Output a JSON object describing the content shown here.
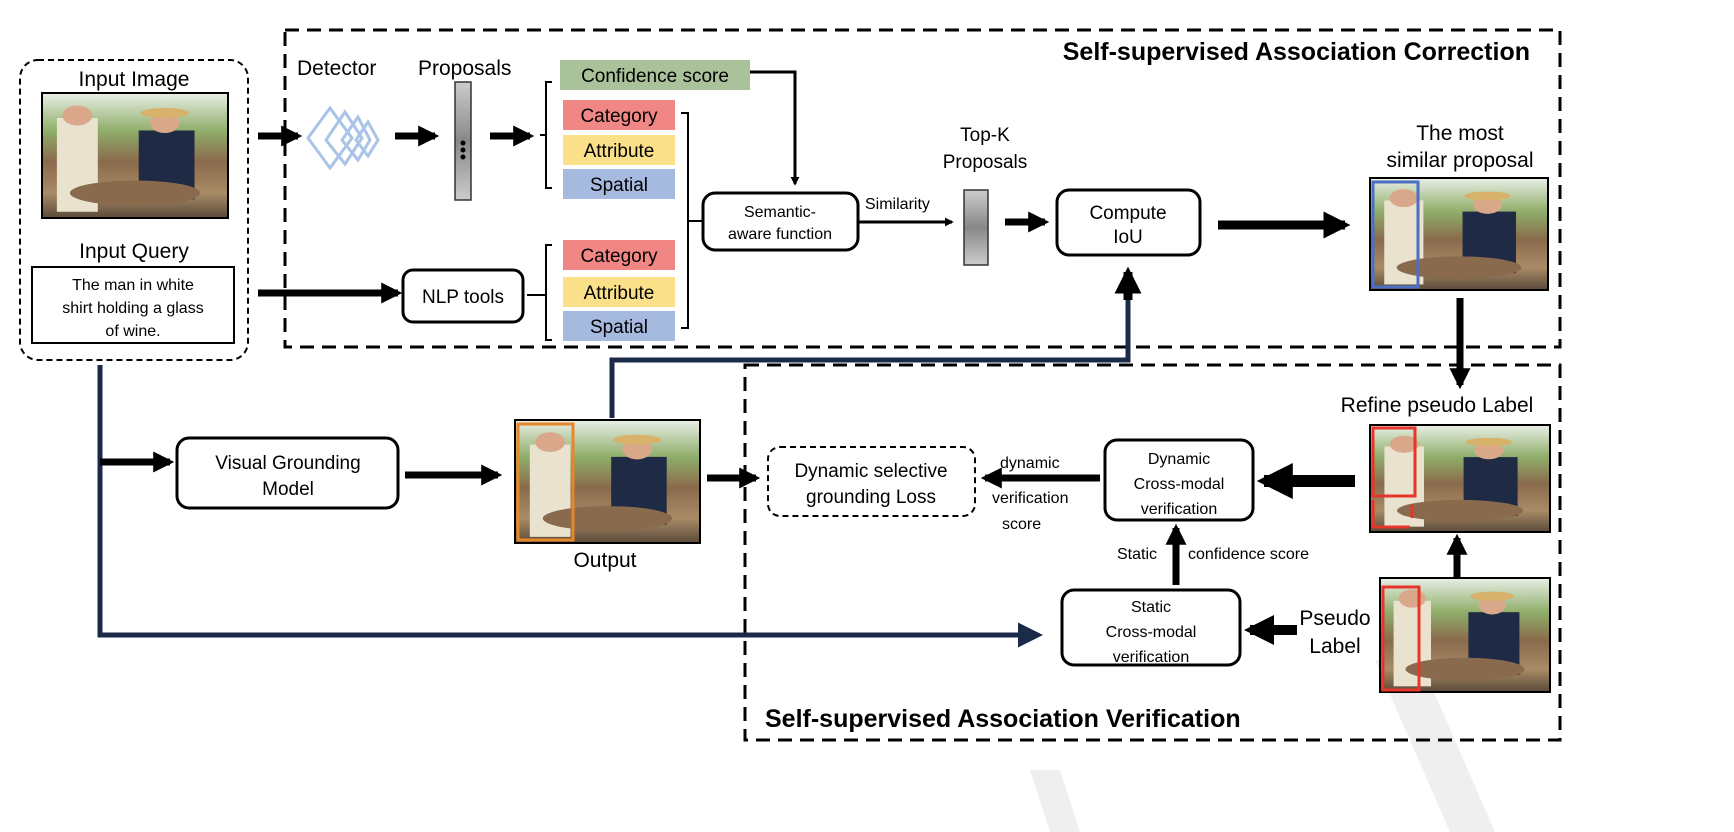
{
  "input": {
    "image_label": "Input Image",
    "query_label": "Input Query",
    "query_lines": [
      "The man in white",
      "shirt holding a glass",
      "of wine."
    ]
  },
  "correction": {
    "title": "Self-supervised Association Correction",
    "detector_label": "Detector",
    "proposals_label": "Proposals",
    "confidence_score": "Confidence score",
    "visual_attrs": [
      "Category",
      "Attribute",
      "Spatial"
    ],
    "nlp_tools": "NLP tools",
    "text_attrs": [
      "Category",
      "Attribute",
      "Spatial"
    ],
    "semantic_fn": [
      "Semantic-",
      "aware function"
    ],
    "similarity": "Similarity",
    "topk": [
      "Top-K",
      "Proposals"
    ],
    "compute_iou": [
      "Compute",
      "IoU"
    ],
    "most_similar": [
      "The most",
      "similar proposal"
    ]
  },
  "verification": {
    "title": "Self-supervised Association Verification",
    "refine_label": "Refine pseudo Label",
    "dynamic_loss": [
      "Dynamic selective",
      "grounding Loss"
    ],
    "dynamic_score": [
      "dynamic",
      "verification",
      "score"
    ],
    "dynamic_verif": [
      "Dynamic",
      "Cross-modal",
      "verification"
    ],
    "static_conf": [
      "Static",
      "confidence score"
    ],
    "static_verif": [
      "Static",
      "Cross-modal",
      "verification"
    ],
    "pseudo_label": [
      "Pseudo",
      "Label"
    ]
  },
  "model": {
    "vg_model": [
      "Visual Grounding",
      "Model"
    ],
    "output_label": "Output"
  },
  "colors": {
    "confidence": "#a9c29a",
    "category": "#f08784",
    "attribute": "#fbe08a",
    "spatial": "#a6b9df",
    "detector": "#a9c4e6",
    "navy_line": "#1c2a4a",
    "blue_box": "#4a6fc4",
    "red_box": "#e8352a",
    "orange_box": "#e8872a"
  }
}
